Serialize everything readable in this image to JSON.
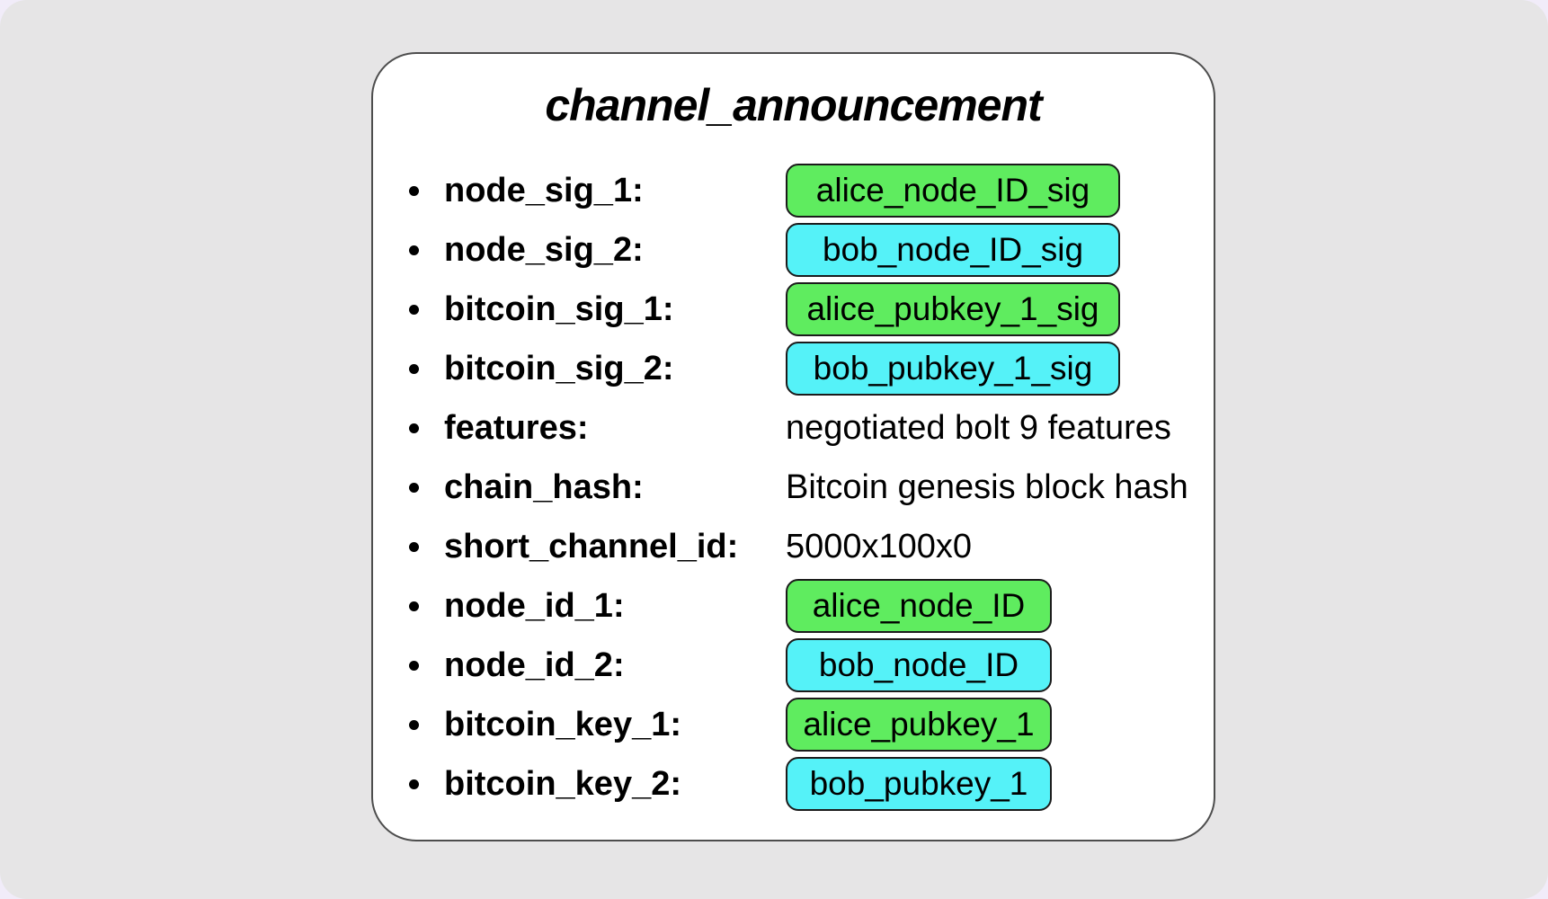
{
  "page": {
    "title": "channel_announcement"
  },
  "colors": {
    "alice_green": "#5fec5f",
    "bob_cyan": "#55f2f8",
    "card_bg": "#ffffff",
    "slide_bg": "#e6e5e6",
    "page_bg": "#f1ecf9"
  },
  "fields": [
    {
      "label": "node_sig_1:",
      "value": "alice_node_ID_sig",
      "display": "box",
      "owner": "alice"
    },
    {
      "label": "node_sig_2:",
      "value": "bob_node_ID_sig",
      "display": "box",
      "owner": "bob"
    },
    {
      "label": "bitcoin_sig_1:",
      "value": "alice_pubkey_1_sig",
      "display": "box",
      "owner": "alice"
    },
    {
      "label": "bitcoin_sig_2:",
      "value": "bob_pubkey_1_sig",
      "display": "box",
      "owner": "bob"
    },
    {
      "label": "features:",
      "value": "negotiated bolt 9 features",
      "display": "text"
    },
    {
      "label": "chain_hash:",
      "value": "Bitcoin genesis block hash",
      "display": "text"
    },
    {
      "label": "short_channel_id:",
      "value": "5000x100x0",
      "display": "text"
    },
    {
      "label": "node_id_1:",
      "value": "alice_node_ID",
      "display": "box",
      "owner": "alice"
    },
    {
      "label": "node_id_2:",
      "value": "bob_node_ID",
      "display": "box",
      "owner": "bob"
    },
    {
      "label": "bitcoin_key_1:",
      "value": "alice_pubkey_1",
      "display": "box",
      "owner": "alice"
    },
    {
      "label": "bitcoin_key_2:",
      "value": "bob_pubkey_1",
      "display": "box",
      "owner": "bob"
    }
  ]
}
